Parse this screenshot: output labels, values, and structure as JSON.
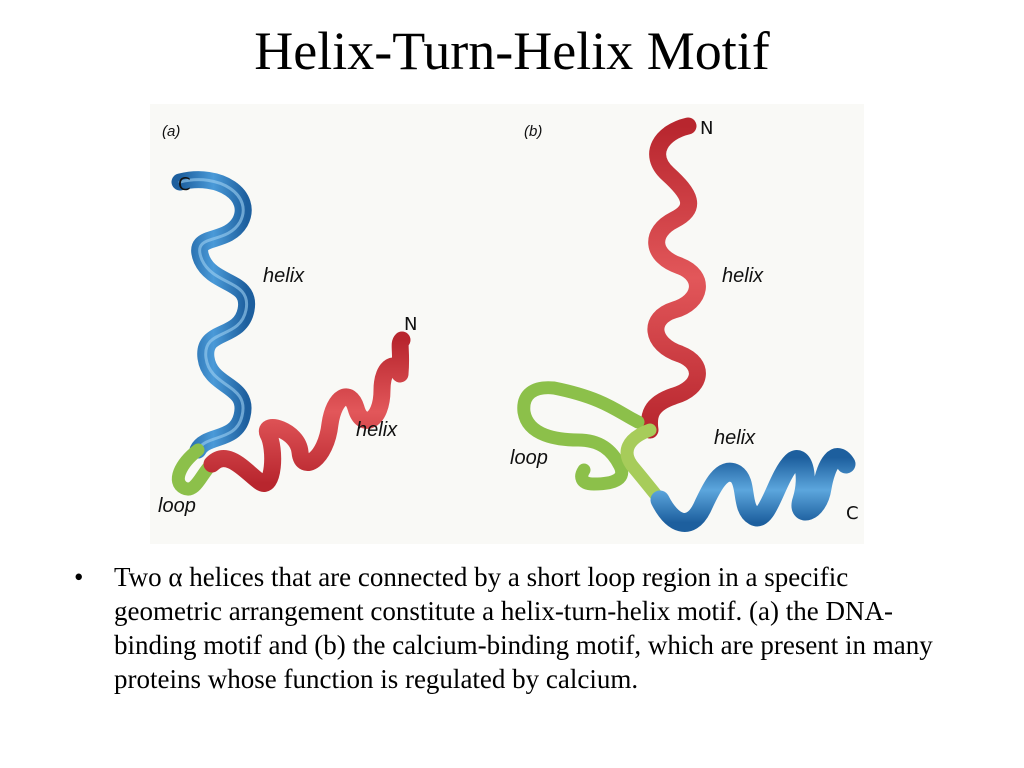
{
  "slide": {
    "title": "Helix-Turn-Helix Motif"
  },
  "figure": {
    "panel_a": {
      "tag": "(a)",
      "c_terminus": "C",
      "n_terminus": "N",
      "upper_helix_label": "helix",
      "lower_helix_label": "helix",
      "loop_label": "loop"
    },
    "panel_b": {
      "tag": "(b)",
      "n_terminus": "N",
      "c_terminus": "C",
      "upper_helix_label": "helix",
      "lower_helix_label": "helix",
      "loop_label": "loop"
    },
    "colors": {
      "blue_helix": "#2f7fc4",
      "red_helix": "#d23a3f",
      "loop": "#8cc04a"
    }
  },
  "bullet": {
    "marker": "•",
    "text": "Two α helices that are connected by a short loop region in a specific geometric arrangement constitute a helix-turn-helix motif. (a) the DNA-binding motif and (b) the calcium-binding motif, which are present in many proteins whose function is regulated by calcium."
  }
}
